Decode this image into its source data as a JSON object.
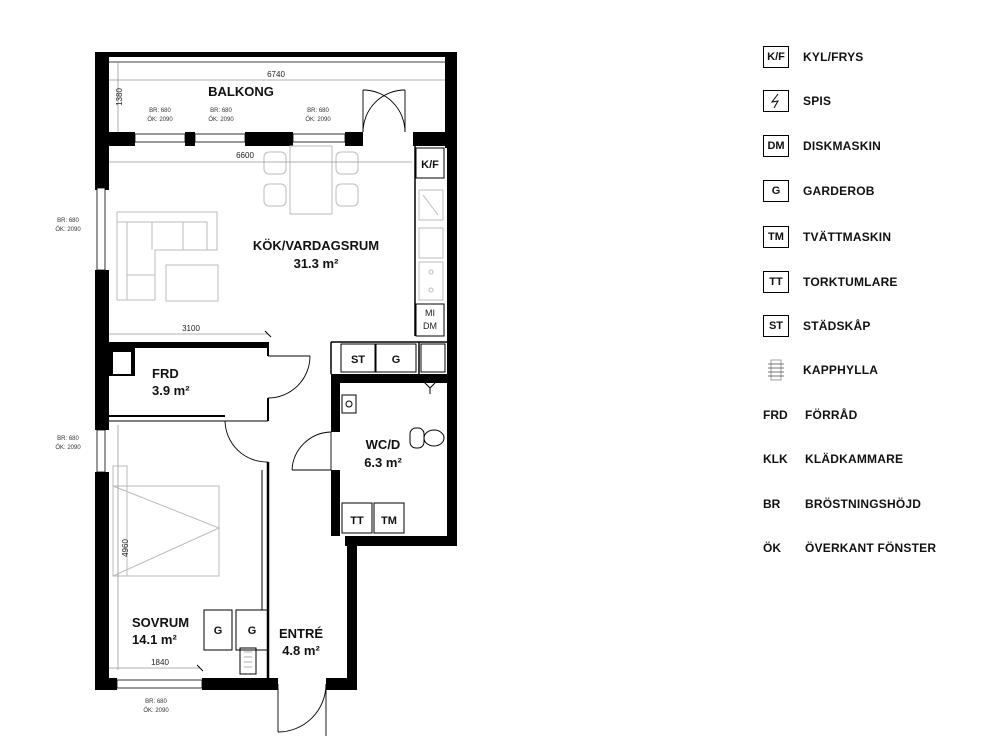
{
  "rooms": {
    "balkong": {
      "name": "BALKONG"
    },
    "kok": {
      "name": "KÖK/VARDAGSRUM",
      "area": "31.3 m²"
    },
    "frd": {
      "name": "FRD",
      "area": "3.9 m²"
    },
    "wc": {
      "name": "WC/D",
      "area": "6.3 m²"
    },
    "sovrum": {
      "name": "SOVRUM",
      "area": "14.1 m²"
    },
    "entre": {
      "name": "ENTRÉ",
      "area": "4.8 m²"
    }
  },
  "dimensions": {
    "balcony_width": "6740",
    "balcony_depth": "1380",
    "living_width": "6600",
    "living_depth": "3100",
    "bedroom_depth": "4960",
    "bedroom_width": "1840"
  },
  "windows": {
    "balcony_1": {
      "br": "BR: 680",
      "ok": "ÖK: 2090"
    },
    "balcony_2": {
      "br": "BR: 680",
      "ok": "ÖK: 2090"
    },
    "balcony_3": {
      "br": "BR: 680",
      "ok": "ÖK: 2090"
    },
    "living_left": {
      "br": "BR: 680",
      "ok": "ÖK: 2090"
    },
    "bedroom_left": {
      "br": "BR: 680",
      "ok": "ÖK: 2090"
    },
    "bedroom_bottom": {
      "br": "BR: 680",
      "ok": "ÖK: 2090"
    }
  },
  "fixtures": {
    "kf": "K/F",
    "mi": "MI",
    "dm": "DM",
    "st": "ST",
    "g_hall": "G",
    "tt": "TT",
    "tm": "TM",
    "g_bed_1": "G",
    "g_bed_2": "G"
  },
  "legend": [
    {
      "code": "K/F",
      "boxed": true,
      "label": "KYL/FRYS"
    },
    {
      "code": "",
      "icon": "stove-icon",
      "boxed": true,
      "label": "SPIS"
    },
    {
      "code": "DM",
      "boxed": true,
      "label": "DISKMASKIN"
    },
    {
      "code": "G",
      "boxed": true,
      "label": "GARDEROB"
    },
    {
      "code": "TM",
      "boxed": true,
      "label": "TVÄTTMASKIN"
    },
    {
      "code": "TT",
      "boxed": true,
      "label": "TORKTUMLARE"
    },
    {
      "code": "ST",
      "boxed": true,
      "label": "STÄDSKÅP"
    },
    {
      "code": "",
      "icon": "hat-shelf-icon",
      "boxed": false,
      "label": "KAPPHYLLA"
    },
    {
      "code": "FRD",
      "boxed": false,
      "label": "FÖRRÅD"
    },
    {
      "code": "KLK",
      "boxed": false,
      "label": "KLÄDKAMMARE"
    },
    {
      "code": "BR",
      "boxed": false,
      "label": "BRÖSTNINGSHÖJD"
    },
    {
      "code": "ÖK",
      "boxed": false,
      "label": "ÖVERKANT FÖNSTER"
    }
  ]
}
